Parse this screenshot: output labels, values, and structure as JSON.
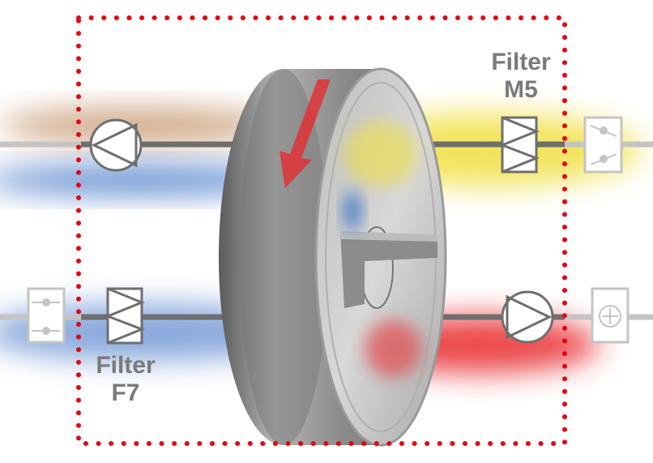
{
  "labels": {
    "filter_supply": {
      "line1": "Filter",
      "line2": "M5"
    },
    "filter_extract": {
      "line1": "Filter",
      "line2": "F7"
    }
  },
  "icons": [
    "fan-icon",
    "filter-icon",
    "damper-icon",
    "heater-icon",
    "rotary-wheel-icon",
    "rotation-arrow-icon"
  ],
  "colors": {
    "boundary": "#e30613",
    "warm_exhaust": "#b8825a",
    "cold_outdoor": "#3a6fc4",
    "supply_tempered": "#f0e040",
    "supply_heated": "#e8262a",
    "duct_dark": "#6e6e6e",
    "duct_light": "#c4c4c4"
  }
}
